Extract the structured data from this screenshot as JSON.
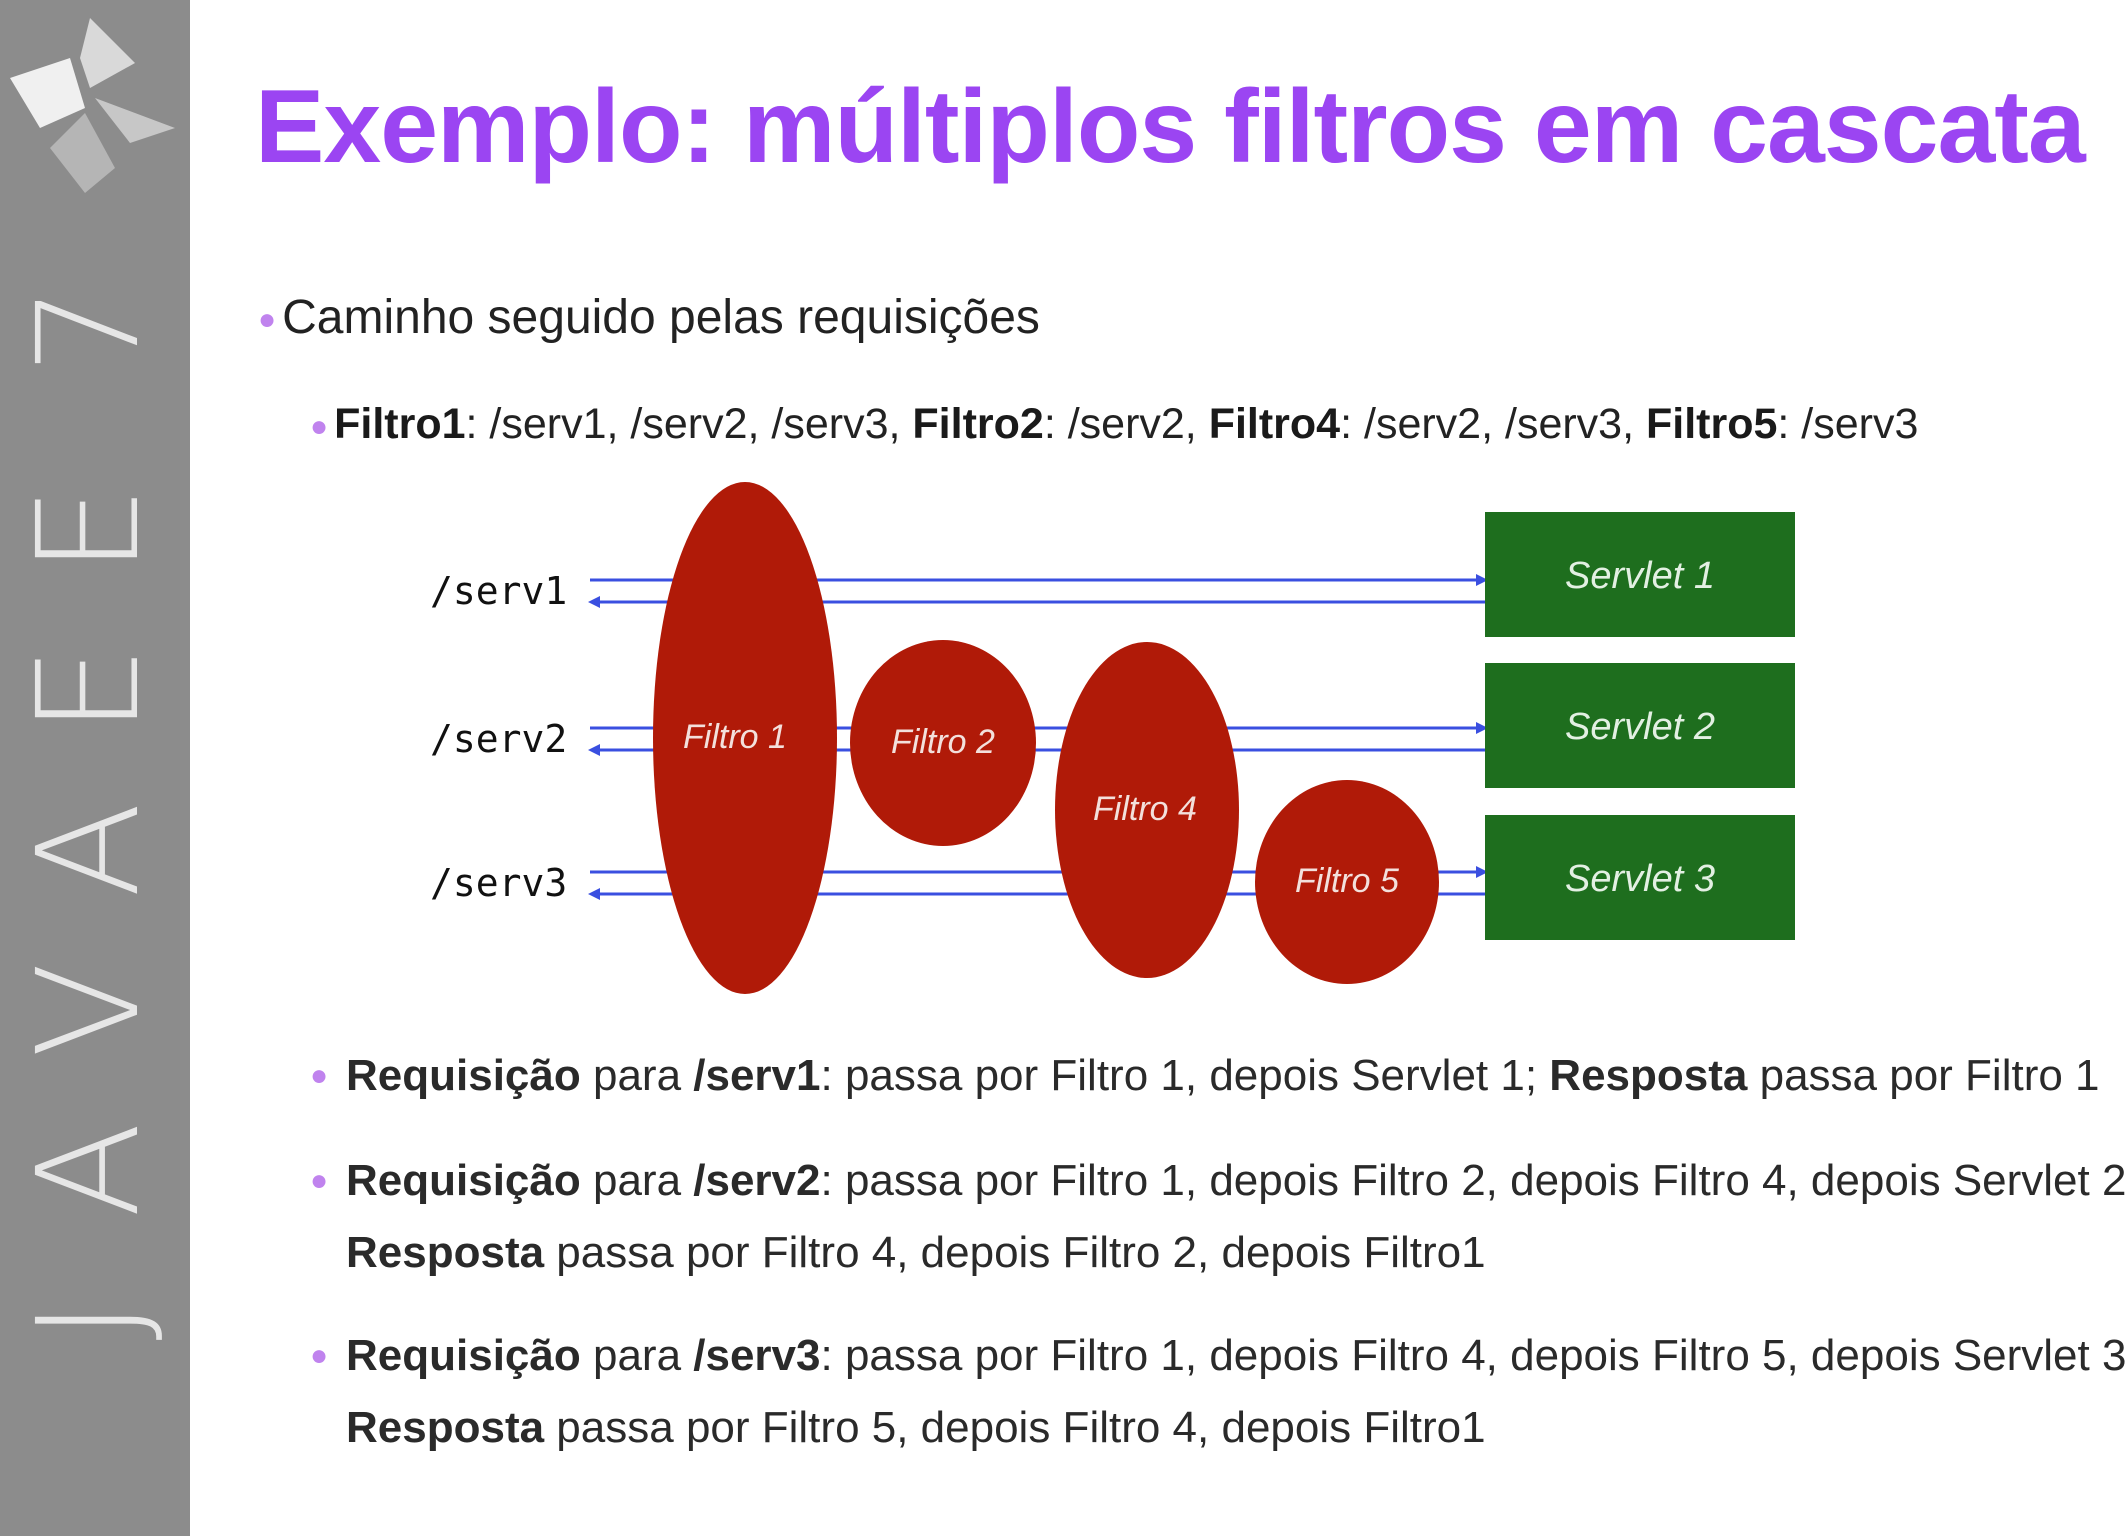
{
  "sidebar": {
    "letters": [
      "J",
      "A",
      "V",
      "A",
      "E",
      "E",
      "7"
    ]
  },
  "title": "Exemplo: múltiplos filtros em cascata",
  "bullet1": "Caminho seguido pelas requisições",
  "filters_line": [
    {
      "text": "Filtro1",
      "bold": true
    },
    {
      "text": ": /serv1, /serv2, /serv3, ",
      "bold": false
    },
    {
      "text": "Filtro2",
      "bold": true
    },
    {
      "text": ": /serv2, ",
      "bold": false
    },
    {
      "text": "Filtro4",
      "bold": true
    },
    {
      "text": ": /serv2, /serv3, ",
      "bold": false
    },
    {
      "text": "Filtro5",
      "bold": true
    },
    {
      "text": ": /serv3",
      "bold": false
    }
  ],
  "diagram": {
    "paths": [
      "/serv1",
      "/serv2",
      "/serv3"
    ],
    "filters": [
      "Filtro 1",
      "Filtro 2",
      "Filtro 4",
      "Filtro 5"
    ],
    "servlets": [
      "Servlet 1",
      "Servlet 2",
      "Servlet 3"
    ],
    "colors": {
      "filter": "#b01a08",
      "servlet": "#1e6e1e",
      "arrow": "#3a4fe0"
    }
  },
  "flows": [
    {
      "line1": [
        {
          "text": "Requisição",
          "bold": true
        },
        {
          "text": " para ",
          "bold": false
        },
        {
          "text": "/serv1",
          "bold": true
        },
        {
          "text": ": passa por Filtro 1, depois Servlet 1; ",
          "bold": false
        },
        {
          "text": "Resposta",
          "bold": true
        },
        {
          "text": " passa por Filtro 1",
          "bold": false
        }
      ],
      "line2": []
    },
    {
      "line1": [
        {
          "text": "Requisição",
          "bold": true
        },
        {
          "text": " para ",
          "bold": false
        },
        {
          "text": "/serv2",
          "bold": true
        },
        {
          "text": ": passa por Filtro 1, depois Filtro 2, depois Filtro 4, depois Servlet 2",
          "bold": false
        }
      ],
      "line2": [
        {
          "text": "Resposta",
          "bold": true
        },
        {
          "text": " passa por Filtro 4, depois Filtro 2, depois Filtro1",
          "bold": false
        }
      ]
    },
    {
      "line1": [
        {
          "text": "Requisição",
          "bold": true
        },
        {
          "text": " para ",
          "bold": false
        },
        {
          "text": "/serv3",
          "bold": true
        },
        {
          "text": ": passa por Filtro 1, depois Filtro 4, depois Filtro 5, depois Servlet 3",
          "bold": false
        }
      ],
      "line2": [
        {
          "text": "Resposta",
          "bold": true
        },
        {
          "text": " passa por Filtro 5, depois Filtro 4, depois Filtro1",
          "bold": false
        }
      ]
    }
  ]
}
